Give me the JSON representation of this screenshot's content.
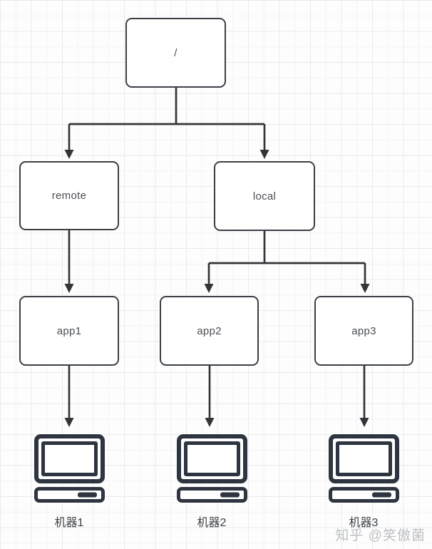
{
  "diagram": {
    "type": "tree",
    "nodes": {
      "root": {
        "label": "/"
      },
      "remote": {
        "label": "remote"
      },
      "local": {
        "label": "local"
      },
      "app1": {
        "label": "app1"
      },
      "app2": {
        "label": "app2"
      },
      "app3": {
        "label": "app3"
      }
    },
    "edges": [
      {
        "from": "/",
        "to": "remote"
      },
      {
        "from": "/",
        "to": "local"
      },
      {
        "from": "remote",
        "to": "app1"
      },
      {
        "from": "local",
        "to": "app2"
      },
      {
        "from": "local",
        "to": "app3"
      },
      {
        "from": "app1",
        "to": "机器1"
      },
      {
        "from": "app2",
        "to": "机器2"
      },
      {
        "from": "app3",
        "to": "机器3"
      }
    ],
    "machines": [
      {
        "label": "机器1"
      },
      {
        "label": "机器2"
      },
      {
        "label": "机器3"
      }
    ]
  },
  "watermark": {
    "text": "知乎 @笑傲菌"
  },
  "colors": {
    "line": "#333539",
    "node_border": "#3b3f45",
    "node_text": "#4b4e54",
    "icon": "#2e3440",
    "watermark": "#bdc0c4",
    "grid_minor": "#f3f4f5",
    "grid_major": "#e9eaeb"
  }
}
